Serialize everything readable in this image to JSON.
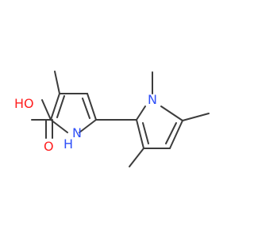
{
  "diagram": {
    "labels": {
      "oh": "HO",
      "o": "O",
      "nh_n": "N",
      "nh_h": "H",
      "n_methyl": "N"
    },
    "colors": {
      "bond": "#3c3c3c",
      "oxygen": "#ff2020",
      "nitrogen": "#3050f8",
      "background": "#ffffff"
    }
  }
}
